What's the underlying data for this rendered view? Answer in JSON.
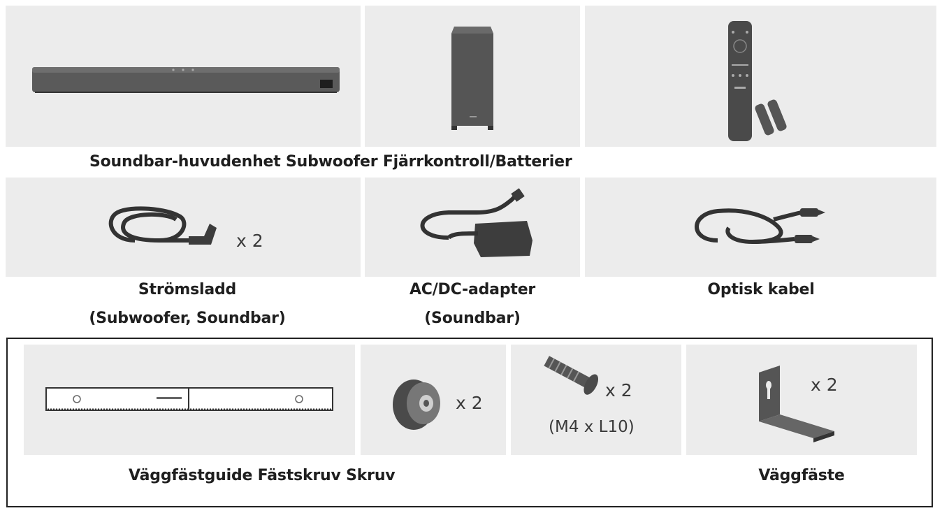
{
  "row1": {
    "label": "Soundbar-huvudenhet Subwoofer Fjärrkontroll/Batterier",
    "icons": [
      "soundbar-icon",
      "subwoofer-icon",
      "remote-control-icon",
      "batteries-icon"
    ]
  },
  "row2": {
    "power_cord": {
      "qty": "x 2",
      "label_line1": "Strömsladd",
      "label_line2": "(Subwoofer, Soundbar)"
    },
    "adapter": {
      "label_line1": "AC/DC-adapter",
      "label_line2": "(Soundbar)"
    },
    "optical": {
      "label": "Optisk kabel"
    }
  },
  "row3": {
    "holder_qty": "x 2",
    "screw_qty": "x 2",
    "screw_spec": "(M4 x L10)",
    "bracket_qty": "x 2",
    "label_left": "Väggfästguide Fästskruv Skruv",
    "label_right": "Väggfäste"
  },
  "colors": {
    "panel": "#ececec",
    "device": "#4a4a4a",
    "frame": "#222222"
  }
}
